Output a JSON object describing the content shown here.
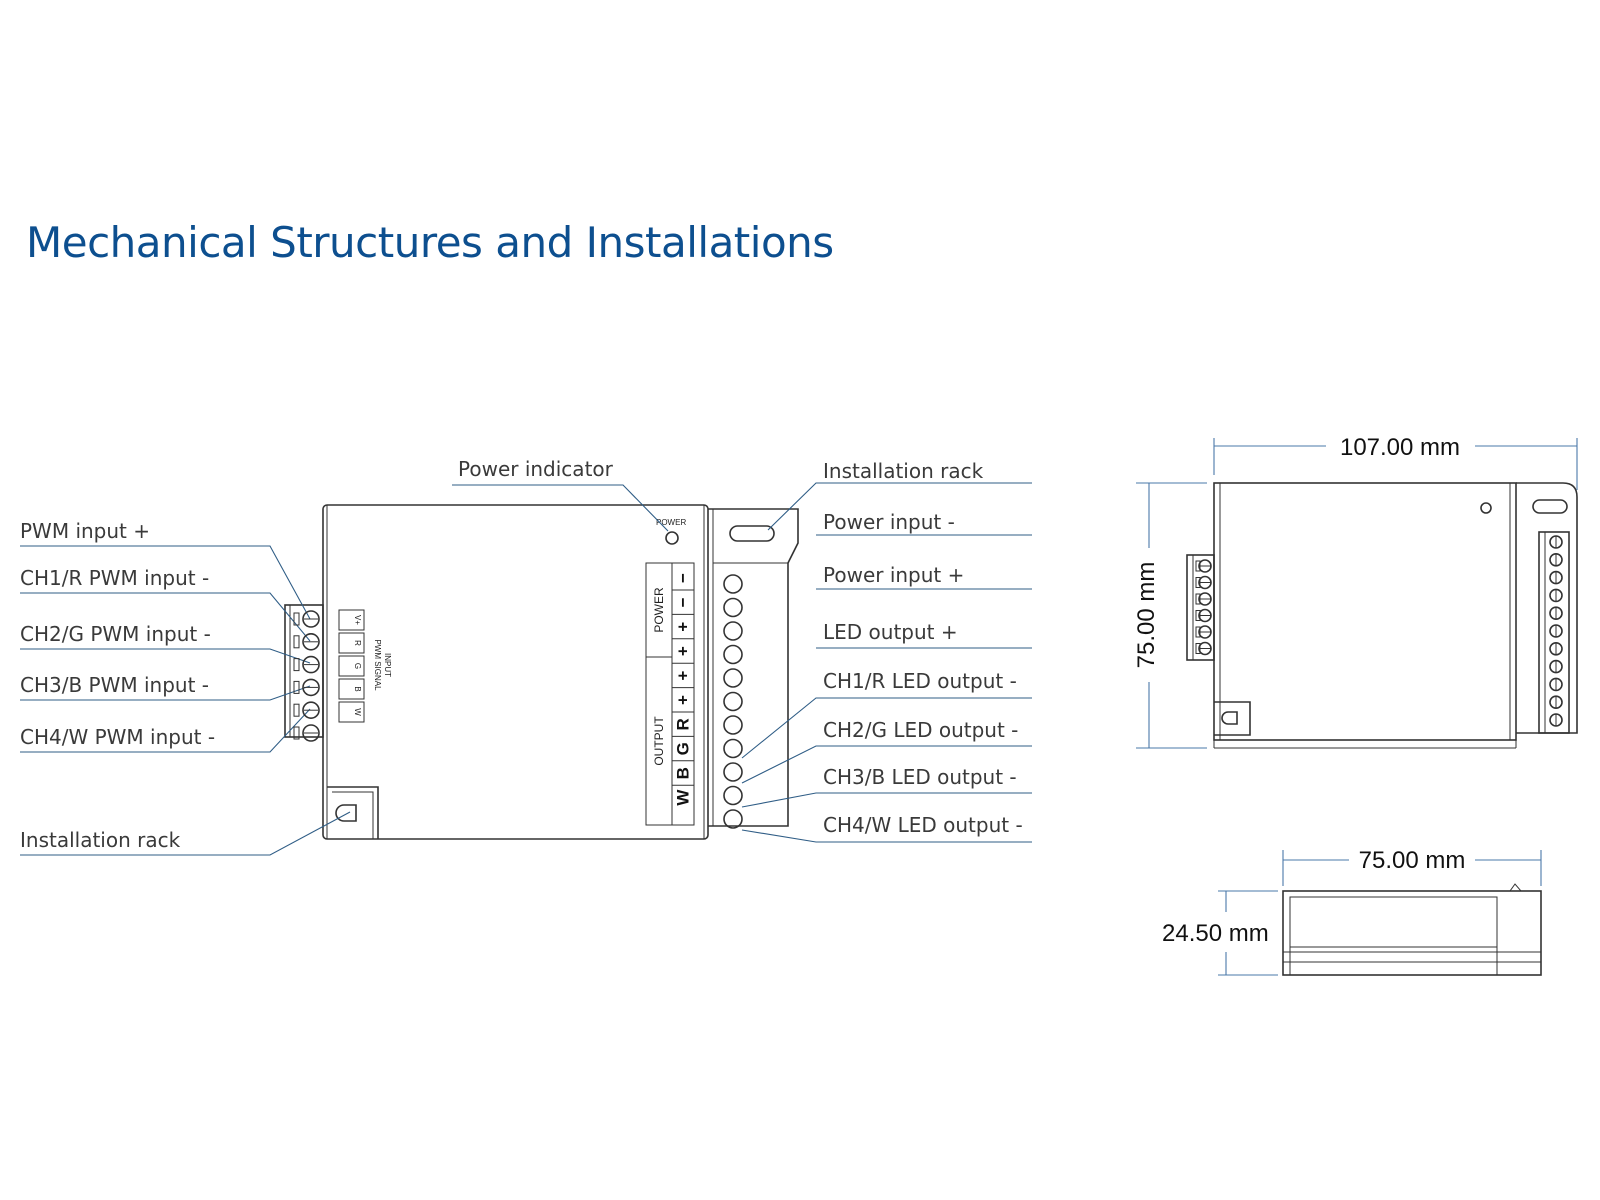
{
  "title": "Mechanical Structures and Installations",
  "labels": {
    "power_indicator": "Power indicator",
    "installation_rack_top": "Installation rack",
    "installation_rack_bottom": "Installation rack",
    "pwm_input_plus": "PWM input +",
    "ch1_pwm_input_minus": "CH1/R PWM input -",
    "ch2_pwm_input_minus": "CH2/G PWM input -",
    "ch3_pwm_input_minus": "CH3/B PWM input -",
    "ch4_pwm_input_minus": "CH4/W PWM input -",
    "power_input_minus": "Power input -",
    "power_input_plus": "Power input +",
    "led_output_plus": "LED output +",
    "ch1_led_output_minus": "CH1/R LED output -",
    "ch2_led_output_minus": "CH2/G LED output -",
    "ch3_led_output_minus": "CH3/B LED output -",
    "ch4_led_output_minus": "CH4/W LED output -"
  },
  "device_markings": {
    "power_led": "POWER",
    "input_line1": "INPUT",
    "input_line2": "PWM SIGNAL",
    "input_pins": [
      "V+",
      "R",
      "G",
      "B",
      "W"
    ],
    "power_section": "POWER",
    "output_section": "OUTPUT",
    "output_pins": [
      "−",
      "−",
      "+",
      "+",
      "+",
      "+",
      "R",
      "G",
      "B",
      "W"
    ]
  },
  "dimensions": {
    "width": "107.00 mm",
    "height": "75.00 mm",
    "depth": "75.00 mm",
    "thickness": "24.50 mm"
  },
  "colors": {
    "title": "#0d4f8f",
    "leader_lines": "#2f5d86",
    "dimension_lines": "#4a78a8"
  }
}
